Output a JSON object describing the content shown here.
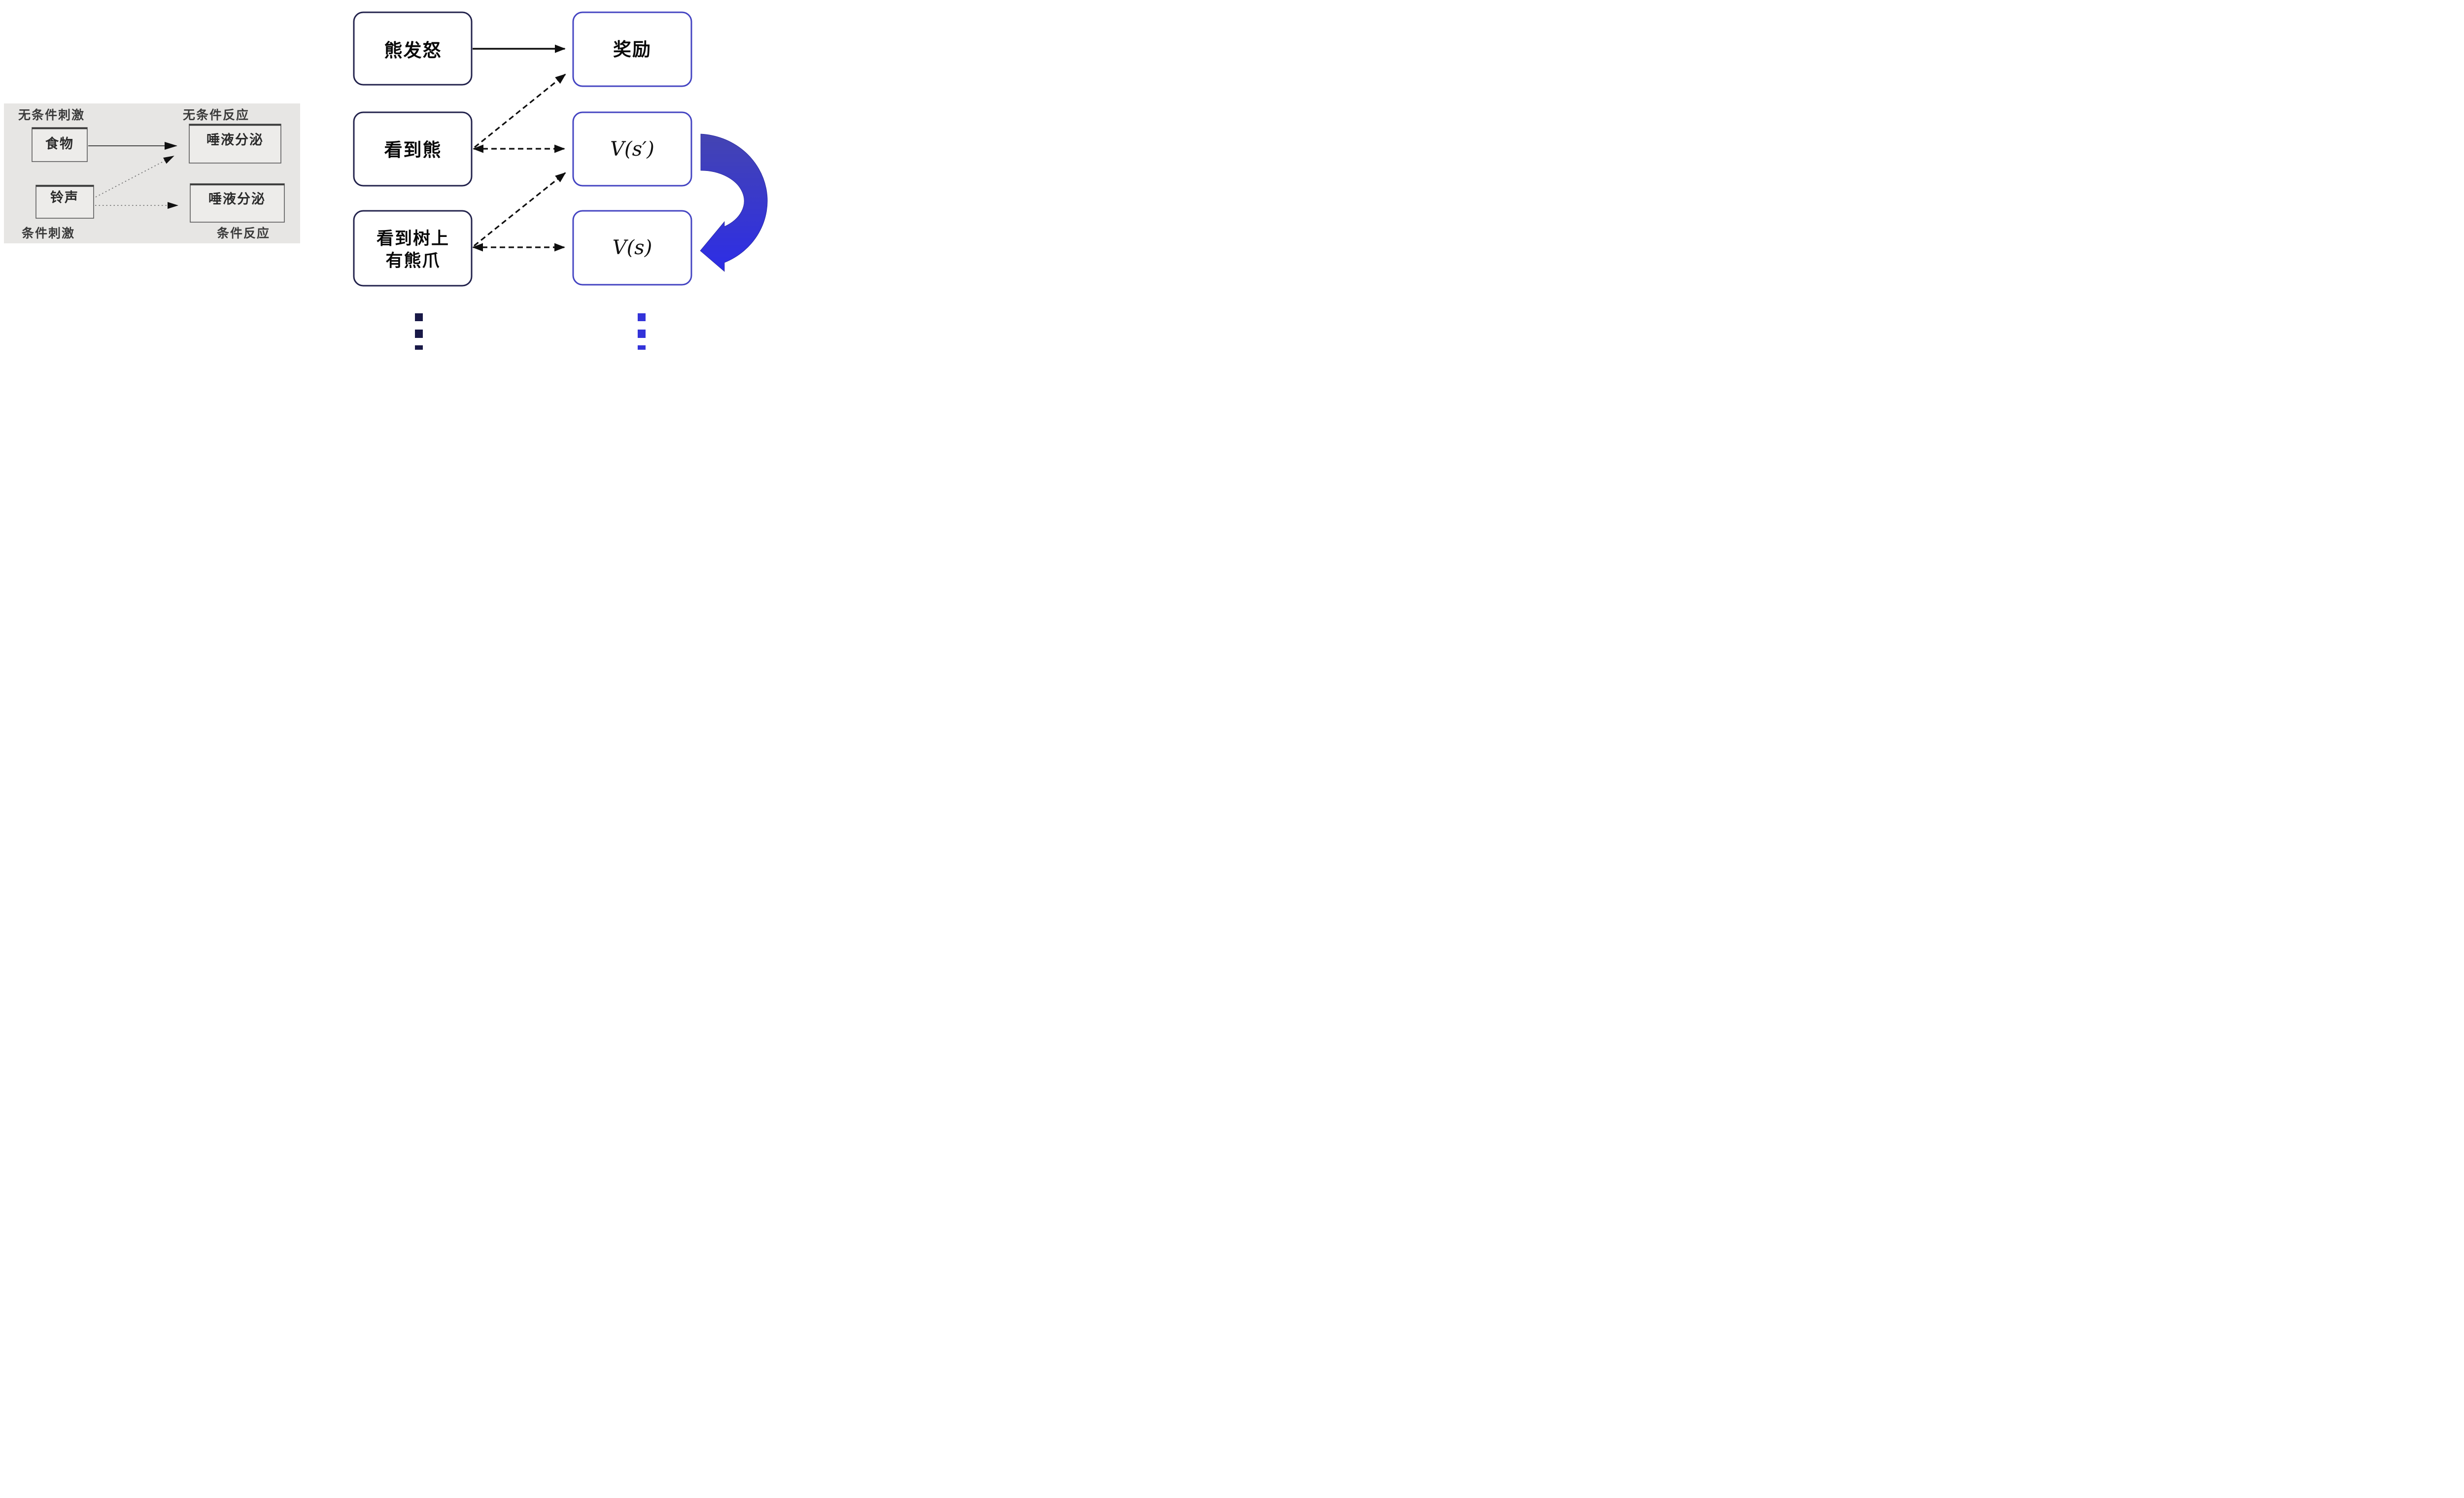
{
  "colors": {
    "panel_bg": "#e7e6e4",
    "panel_box_bg": "#edecea",
    "panel_box_border": "#5a5a5a",
    "panel_box_top_accent": "#3c3c3c",
    "panel_arrow": "#4a4a4a",
    "panel_dotted": "#787878",
    "arrow_black": "#0f0f0f",
    "node_navy_border": "#23234d",
    "node_blue_border": "#4545c2",
    "node_fill": "#ffffff",
    "cycle_arrow_top": "#4444b2",
    "cycle_arrow_bottom": "#2d2de6",
    "dots_left": "#191947",
    "dots_right": "#3333d9"
  },
  "pavlov_panel": {
    "label_unconditioned_stimulus": "无条件刺激",
    "label_unconditioned_response": "无条件反应",
    "label_conditioned_stimulus": "条件刺激",
    "label_conditioned_response": "条件反应",
    "box_food": "食物",
    "box_saliva_top": "唾液分泌",
    "box_bell": "铃声",
    "box_saliva_bottom": "唾液分泌"
  },
  "td_diagram": {
    "box_bear_angry": "熊发怒",
    "box_reward": "奖励",
    "box_see_bear": "看到熊",
    "box_value_next": "V(s′)",
    "box_see_claw_line1": "看到树上",
    "box_see_claw_line2": "有熊爪",
    "box_value_current": "V(s)"
  }
}
